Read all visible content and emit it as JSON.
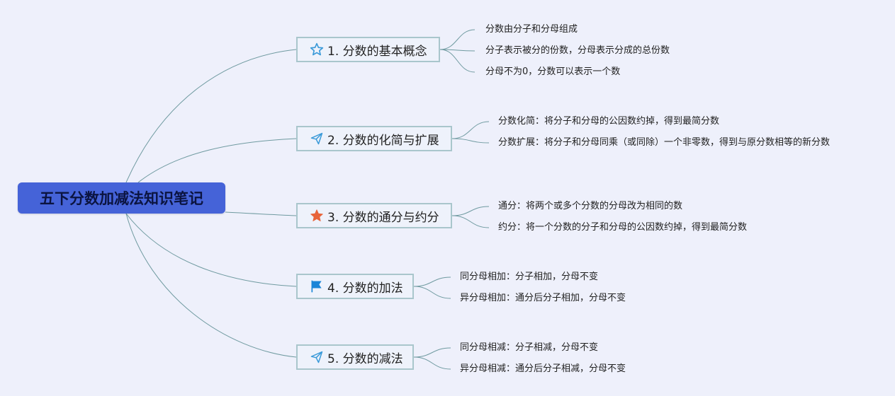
{
  "title": "五下分数加减法知识笔记",
  "branches": [
    {
      "icon": "star-outline-icon",
      "label": "1. 分数的基本概念",
      "children": [
        "分数由分子和分母组成",
        "分子表示被分的份数，分母表示分成的总份数",
        "分母不为0，分数可以表示一个数"
      ]
    },
    {
      "icon": "paper-plane-icon",
      "label": "2. 分数的化简与扩展",
      "children": [
        "分数化简：将分子和分母的公因数约掉，得到最简分数",
        "分数扩展：将分子和分母同乘（或同除）一个非零数，得到与原分数相等的新分数"
      ]
    },
    {
      "icon": "star-filled-icon",
      "label": "3. 分数的通分与约分",
      "children": [
        "通分：将两个或多个分数的分母改为相同的数",
        "约分：将一个分数的分子和分母的公因数约掉，得到最简分数"
      ]
    },
    {
      "icon": "flag-icon",
      "label": "4. 分数的加法",
      "children": [
        "同分母相加：分子相加，分母不变",
        "异分母相加：通分后分子相加，分母不变"
      ]
    },
    {
      "icon": "paper-plane-icon",
      "label": "5. 分数的减法",
      "children": [
        "同分母相减：分子相减，分母不变",
        "异分母相减：通分后分子相减，分母不变"
      ]
    }
  ],
  "colors": {
    "root": "#4563d8",
    "line": "#6f9aa0",
    "box_border": "#a9c6cc",
    "star_outline": "#3a9ad9",
    "star_filled": "#e8643a",
    "plane": "#3a9ad9",
    "flag": "#1a85d8",
    "background": "#eef0fb"
  }
}
